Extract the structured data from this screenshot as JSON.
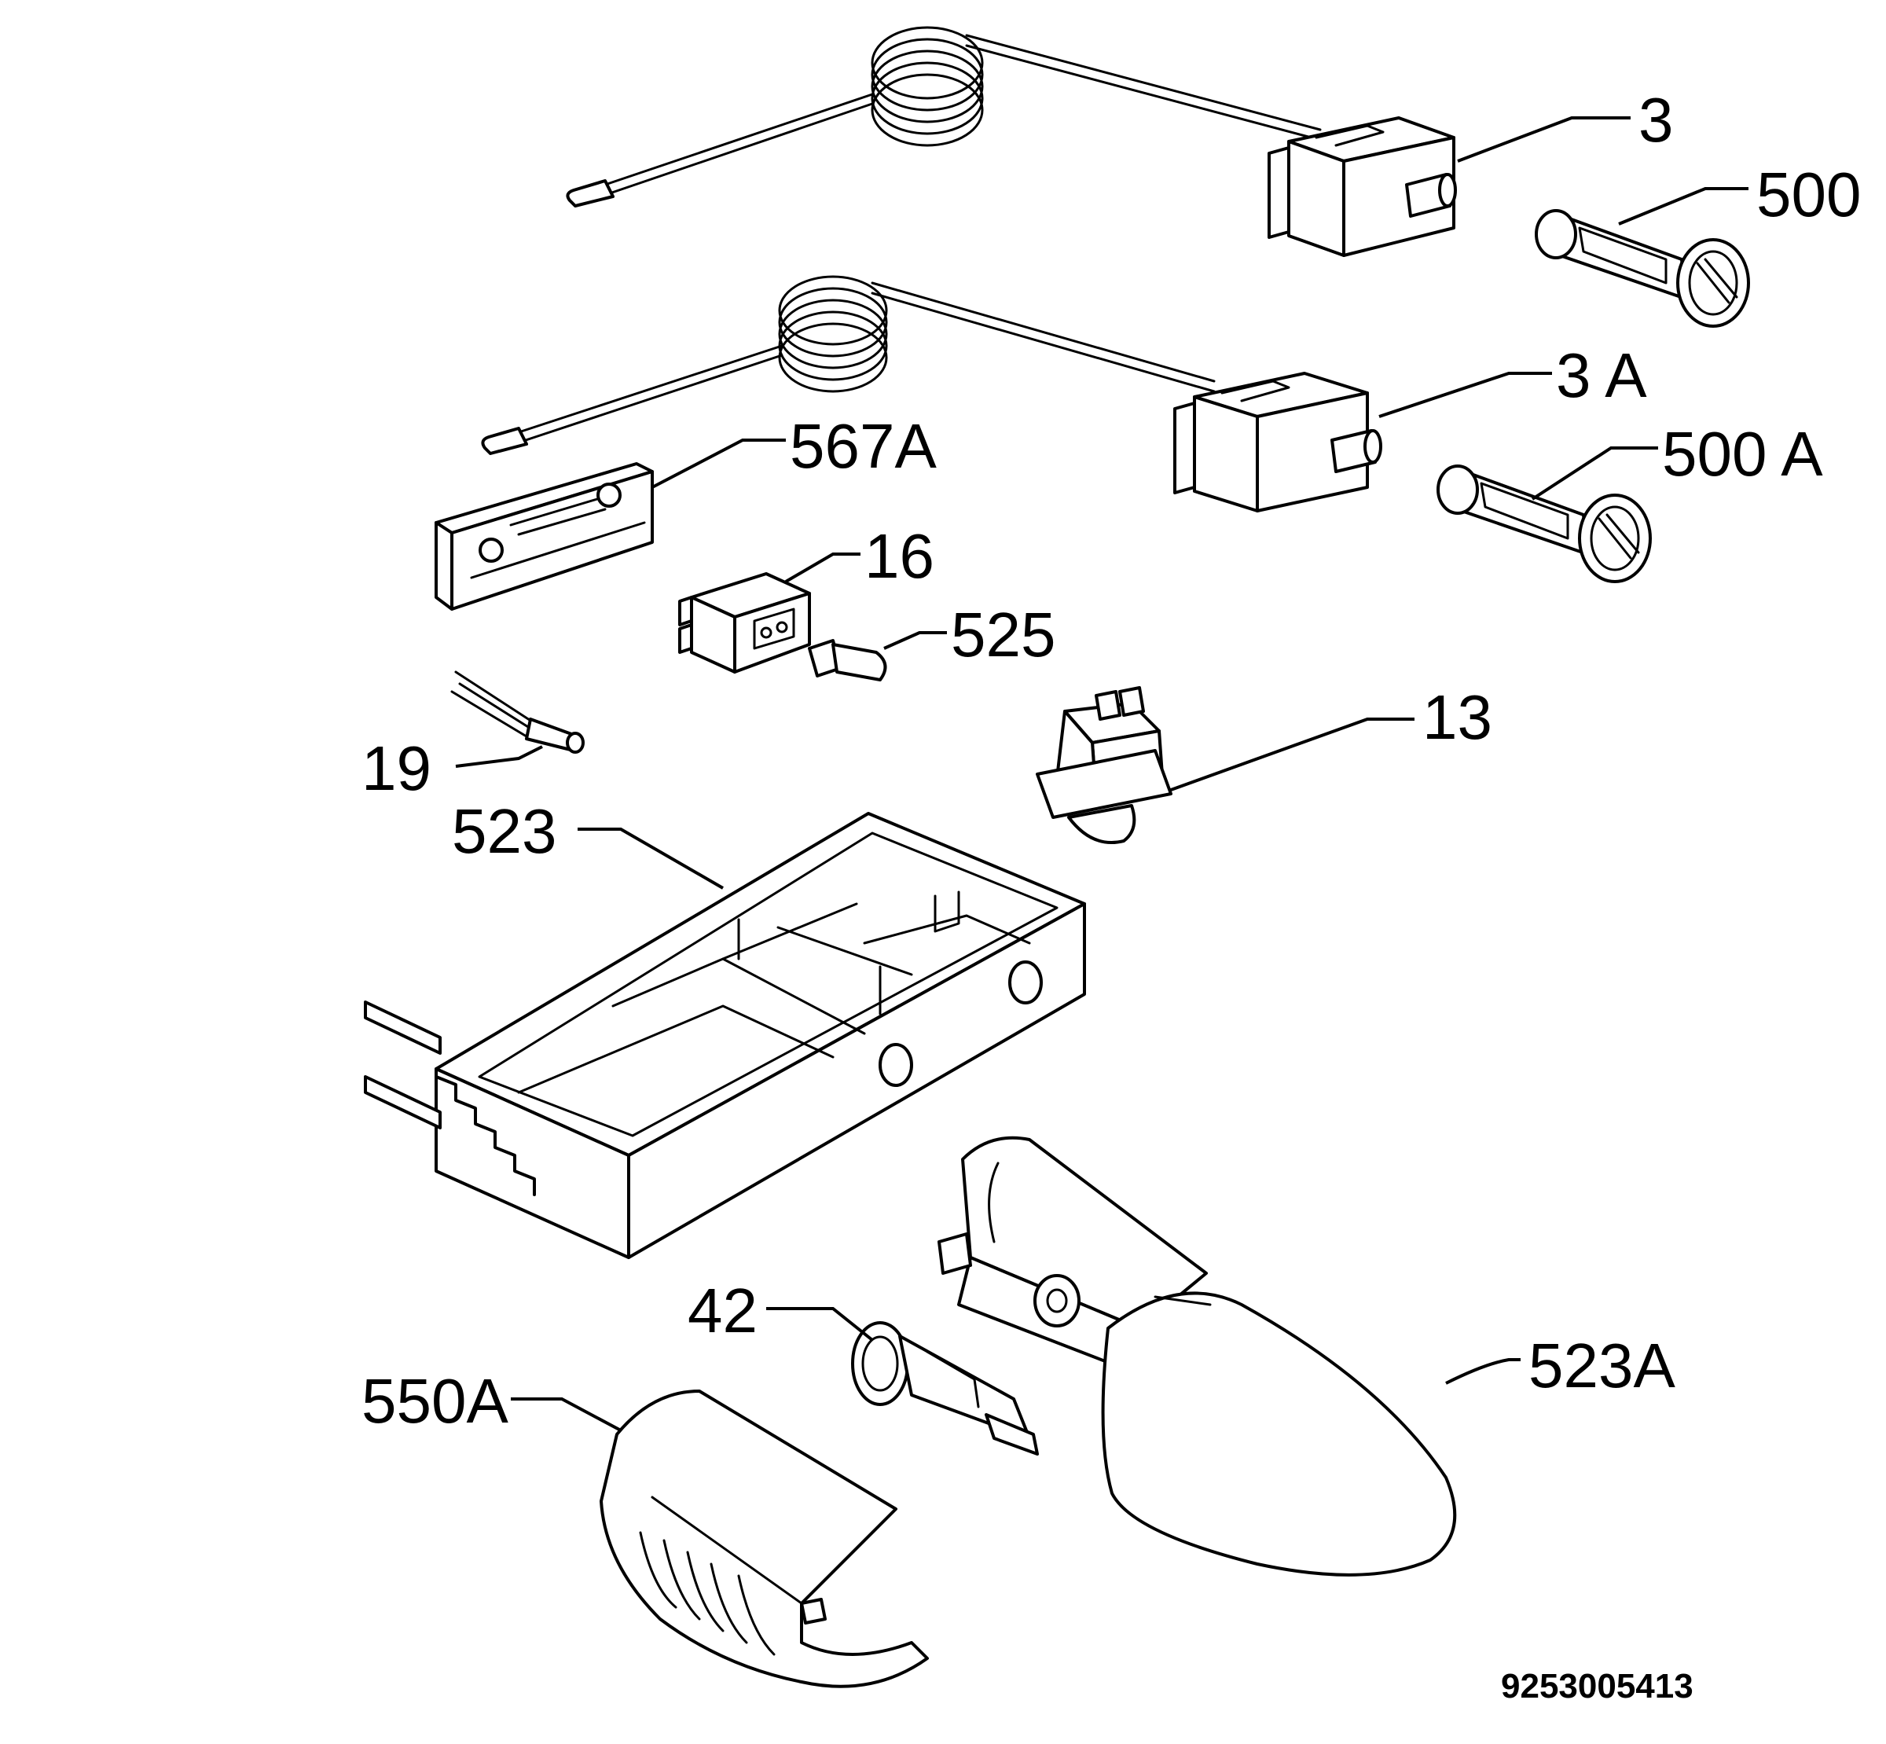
{
  "callouts": {
    "c3": "3",
    "c500": "500",
    "c3A": "3 A",
    "c567A": "567A",
    "c500A": "500 A",
    "c16": "16",
    "c525": "525",
    "c13": "13",
    "c19": "19",
    "c523": "523",
    "c42": "42",
    "c523A": "523A",
    "c550A": "550A"
  },
  "document_number": "9253005413"
}
